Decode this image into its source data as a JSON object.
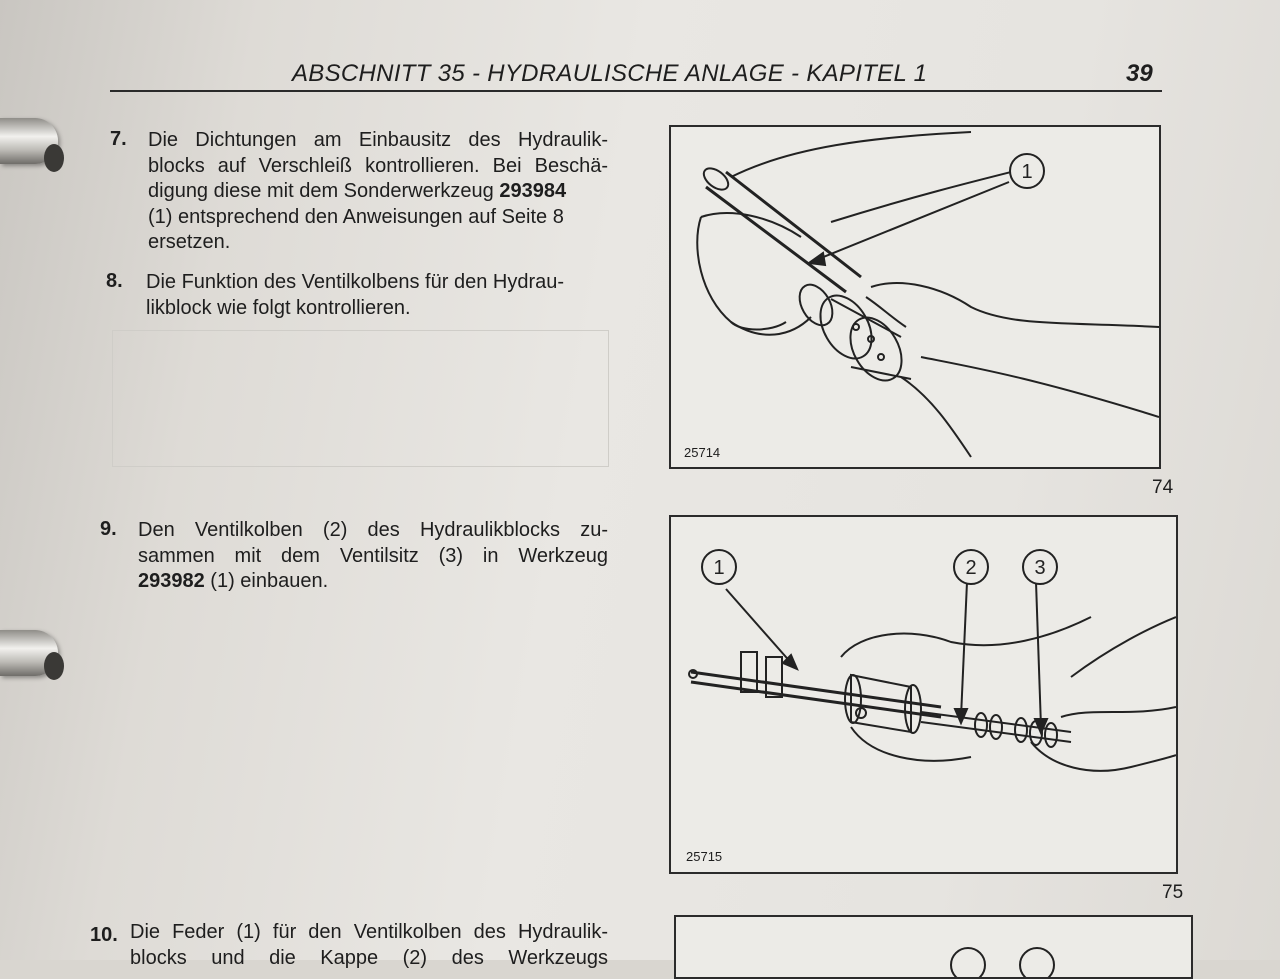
{
  "header": {
    "title": "ABSCHNITT 35 - HYDRAULISCHE ANLAGE - KAPITEL 1",
    "page": "39"
  },
  "steps": [
    {
      "number": "7.",
      "lines": [
        "Die Dichtungen am Einbausitz des Hydraulik-",
        "blocks auf Verschleiß kontrollieren. Bei Beschä-",
        "digung diese mit dem Sonderwerkzeug",
        "(1) entsprechend den Anweisungen auf Seite 8",
        "ersetzen."
      ],
      "tool": "293984"
    },
    {
      "number": "8.",
      "lines": [
        "Die Funktion des Ventilkolbens für den Hydrau-",
        "likblock wie folgt kontrollieren."
      ]
    },
    {
      "number": "9.",
      "lines": [
        "Den Ventilkolben (2) des Hydraulikblocks zu-",
        "sammen mit dem Ventilsitz (3) in Werkzeug",
        " (1) einbauen."
      ],
      "tool": "293982"
    },
    {
      "number": "10.",
      "lines": [
        "Die Feder (1) für den Ventilkolben des Hydraulik-",
        "blocks und die Kappe (2) des Werkzeugs"
      ]
    }
  ],
  "figures": [
    {
      "id": "25714",
      "number": "74",
      "callouts": [
        "1"
      ]
    },
    {
      "id": "25715",
      "number": "75",
      "callouts": [
        "1",
        "2",
        "3"
      ]
    }
  ]
}
